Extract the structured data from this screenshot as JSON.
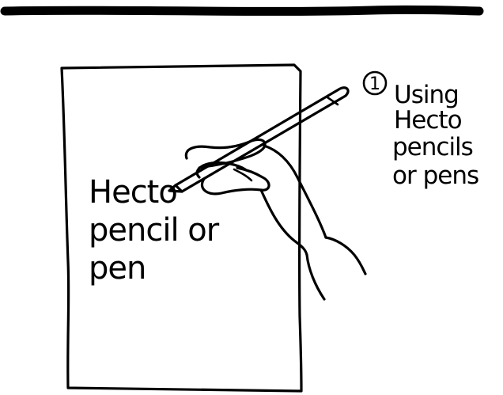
{
  "pen_label": {
    "lines": [
      "Hecto",
      "pencil or",
      "pen"
    ]
  },
  "step": {
    "number": "1",
    "lines": [
      "Using",
      "Hecto",
      "pencils",
      "or pens"
    ]
  }
}
